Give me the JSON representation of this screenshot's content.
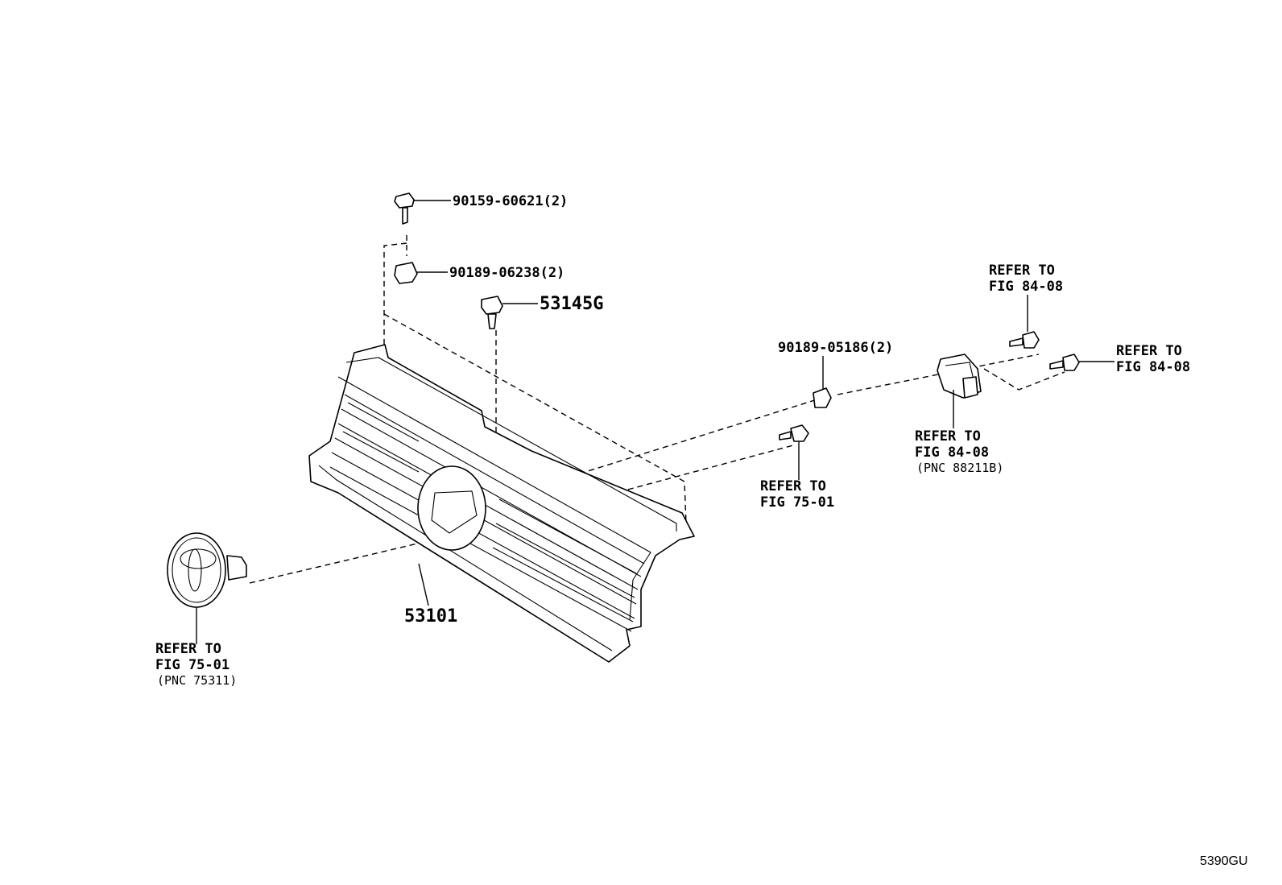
{
  "labels": {
    "bolt_top": "90159-60621(2)",
    "clip_top": "90189-06238(2)",
    "clip_center": "53145G",
    "grille": "53101",
    "clip_right": "90189-05186(2)",
    "screw_center_ref1": "REFER TO",
    "screw_center_ref2": "FIG 75-01",
    "emblem_ref1": "REFER TO",
    "emblem_ref2": "FIG 75-01",
    "emblem_pnc": "(PNC 75311)",
    "sensor_top_ref1": "REFER TO",
    "sensor_top_ref2": "FIG 84-08",
    "sensor_right_ref1": "REFER TO",
    "sensor_right_ref2": "FIG 84-08",
    "sensor_bottom_ref1": "REFER TO",
    "sensor_bottom_ref2": "FIG 84-08",
    "sensor_pnc": "(PNC 88211B)"
  },
  "figure_id": "5390GU"
}
